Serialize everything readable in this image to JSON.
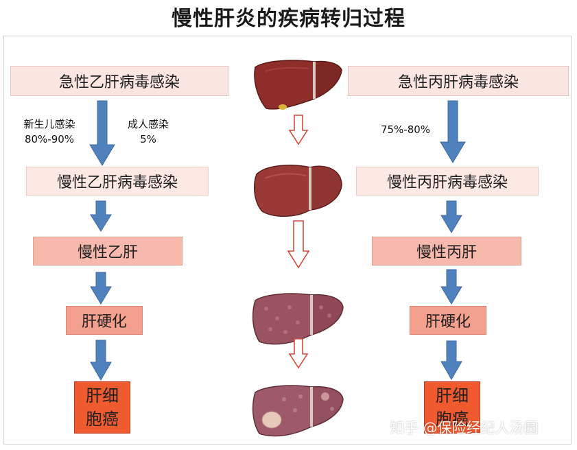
{
  "title": "慢性肝炎的疾病转归过程",
  "hbv": {
    "acute": "急性乙肝病毒感染",
    "newborn_label": "新生儿感染",
    "newborn_rate": "80%-90%",
    "adult_label": "成人感染",
    "adult_rate": "5%",
    "chronic_infection": "慢性乙肝病毒感染",
    "chronic": "慢性乙肝",
    "cirrhosis": "肝硬化",
    "cancer_line1": "肝细",
    "cancer_line2": "胞癌"
  },
  "hcv": {
    "acute": "急性丙肝病毒感染",
    "rate": "75%-80%",
    "chronic_infection": "慢性丙肝病毒感染",
    "chronic": "慢性丙肝",
    "cirrhosis": "肝硬化",
    "cancer_line1": "肝细",
    "cancer_line2": "胞癌"
  },
  "watermark": "知乎 @保险经纪人汤圆",
  "colors": {
    "arrow_blue": "#4f81bd",
    "hollow_arrow_red": "#d04a3a",
    "cancer_box": "#ef5a2e",
    "liver_healthy": "#8e2e2b",
    "liver_cirrhotic": "#9a5360"
  },
  "icons": [
    "healthy-liver-icon",
    "swollen-liver-icon",
    "cirrhotic-liver-icon",
    "cancerous-liver-icon"
  ]
}
